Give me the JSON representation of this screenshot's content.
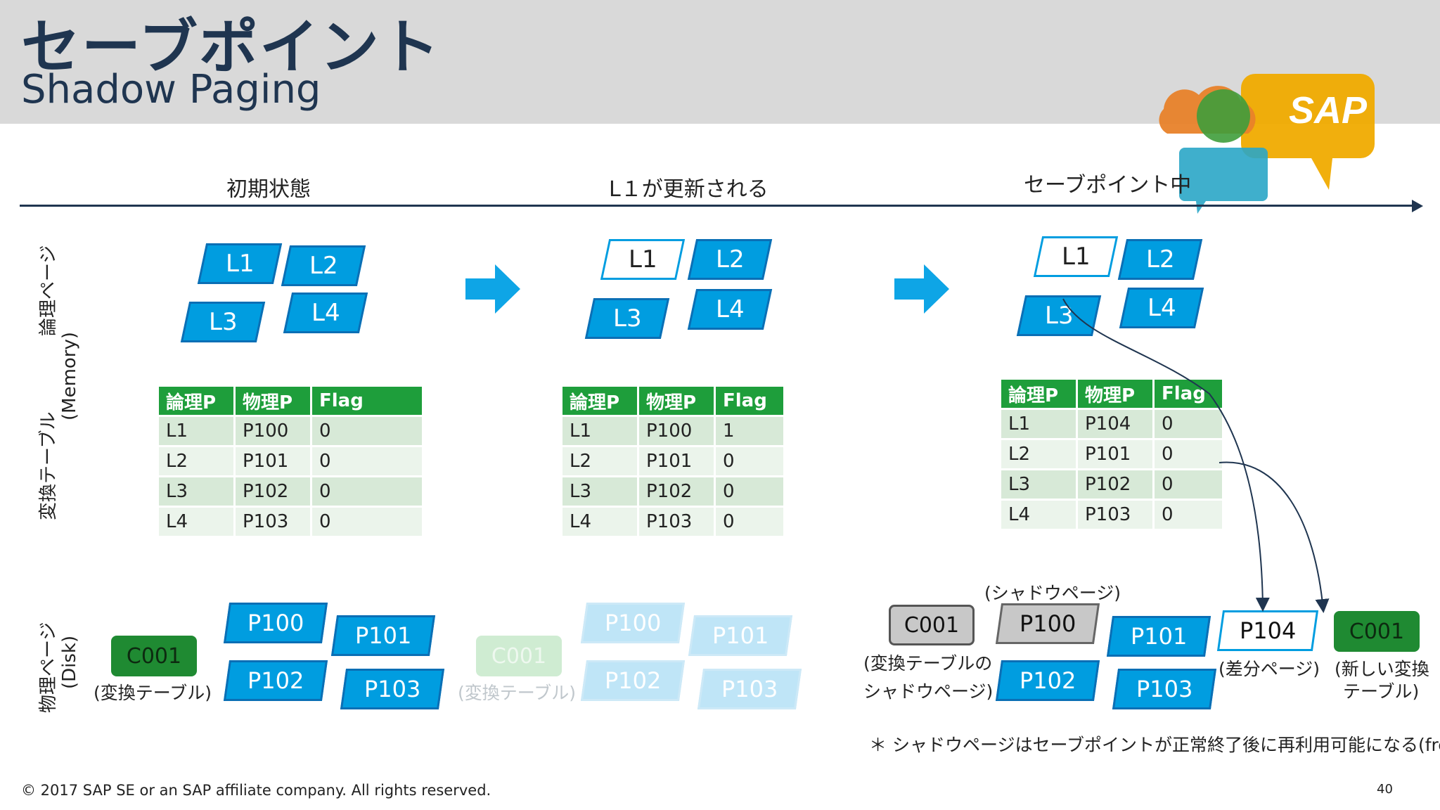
{
  "slide": {
    "title": "セーブポイント",
    "subtitle": "Shadow Paging",
    "stages": [
      "初期状態",
      "L１が更新される",
      "セーブポイント中"
    ],
    "row_labels": {
      "logical_line1": "論理ページ",
      "table_line1": "変換テーブル",
      "table_line2": "(Memory)",
      "physical_line1": "物理ページ",
      "physical_line2": "(Disk)"
    },
    "table_headers": [
      "論理P",
      "物理P",
      "Flag"
    ],
    "tables": [
      [
        [
          "L1",
          "P100",
          "0"
        ],
        [
          "L2",
          "P101",
          "0"
        ],
        [
          "L3",
          "P102",
          "0"
        ],
        [
          "L4",
          "P103",
          "0"
        ]
      ],
      [
        [
          "L1",
          "P100",
          "1"
        ],
        [
          "L2",
          "P101",
          "0"
        ],
        [
          "L3",
          "P102",
          "0"
        ],
        [
          "L4",
          "P103",
          "0"
        ]
      ],
      [
        [
          "L1",
          "P104",
          "0"
        ],
        [
          "L2",
          "P101",
          "0"
        ],
        [
          "L3",
          "P102",
          "0"
        ],
        [
          "L4",
          "P103",
          "0"
        ]
      ]
    ],
    "logical_pages": [
      "L1",
      "L2",
      "L3",
      "L4"
    ],
    "physical_pages": [
      "P100",
      "P101",
      "P102",
      "P103",
      "P104"
    ],
    "convert_block": "C001",
    "captions": {
      "convert_table": "(変換テーブル)",
      "shadow_page": "(シャドウページ)",
      "shadow_convert_line1": "(変換テーブルの",
      "shadow_convert_line2": "シャドウページ)",
      "diff_page": "(差分ページ)",
      "new_convert_line1": "(新しい変換",
      "new_convert_line2": "テーブル)"
    },
    "note": "＊ シャドウページはセーブポイントが正常終了後に再利用可能になる(free)",
    "footer": "© 2017 SAP SE or an SAP affiliate company. All rights reserved.",
    "page_number": "40",
    "logo_text": "SAP"
  },
  "colors": {
    "blue": "#009de0",
    "green": "#1e9e3b",
    "navy": "#1f3550",
    "logo_gold": "#f0ab00",
    "logo_orange": "#e8822a",
    "logo_green": "#3f9d3b",
    "logo_teal": "#2aa6c6"
  }
}
